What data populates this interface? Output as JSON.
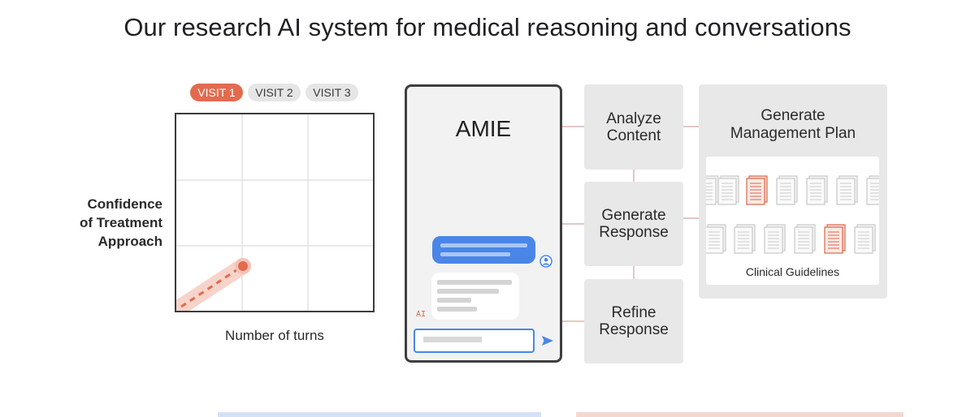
{
  "header": {
    "title": "Our research AI system for medical reasoning and conversations"
  },
  "visits": [
    {
      "label": "VISIT 1",
      "active": true
    },
    {
      "label": "VISIT 2",
      "active": false
    },
    {
      "label": "VISIT 3",
      "active": false
    }
  ],
  "chart": {
    "ylabel_lines": [
      "Confidence",
      "of Treatment",
      "Approach"
    ],
    "xlabel": "Number of turns"
  },
  "phone": {
    "title": "AMIE",
    "ai_tag": "AI"
  },
  "steps": [
    {
      "id": "analyze",
      "lines": [
        "Analyze",
        "Content"
      ]
    },
    {
      "id": "generate",
      "lines": [
        "Generate",
        "Response"
      ]
    },
    {
      "id": "refine",
      "lines": [
        "Refine",
        "Response"
      ]
    }
  ],
  "plan": {
    "title_lines": [
      "Generate",
      "Management Plan"
    ],
    "guidelines_label": "Clinical Guidelines"
  },
  "colors": {
    "accent": "#e26b4f",
    "blue": "#4a86e8",
    "panel": "#e8e8e8"
  }
}
